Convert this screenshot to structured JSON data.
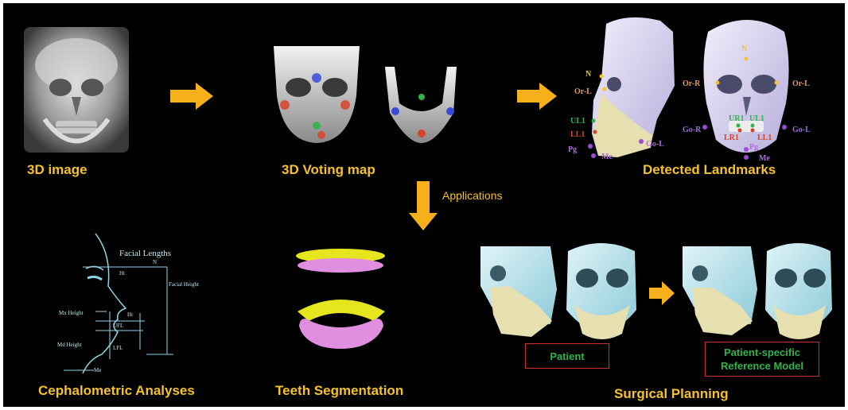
{
  "colors": {
    "background": "#000000",
    "caption": "#f6c229",
    "arrow": "#f6b01c",
    "box_border": "#c8312a",
    "box_text": "#2fb34a",
    "skull": "#d9d3ef",
    "mandible": "#e6dfb0",
    "teeth_upper": "#e6e61e",
    "teeth_lower": "#e08fe0"
  },
  "captions": {
    "image_3d": "3D image",
    "voting_map": "3D Voting map",
    "detected_landmarks": "Detected Landmarks",
    "applications": "Applications",
    "cephalometric": "Cephalometric Analyses",
    "teeth_segmentation": "Teeth Segmentation",
    "surgical_planning": "Surgical Planning"
  },
  "landmarks_lateral": [
    "N",
    "Or-L",
    "UL1",
    "LL1",
    "Pg",
    "Me",
    "Go-L"
  ],
  "landmarks_frontal": [
    "N",
    "Or-R",
    "Or-L",
    "Go-R",
    "Go-L",
    "UR1",
    "UL1",
    "LR1",
    "LL1",
    "Pg",
    "Me"
  ],
  "ceph": {
    "title": "Facial Lengths",
    "labels": [
      "Facial Height",
      "Ht",
      "Hr",
      "Mx Height",
      "Md Height",
      "UFL",
      "LFL",
      "N",
      "Me"
    ]
  },
  "surgical": {
    "patient_label": "Patient",
    "reference_label_line1": "Patient-specific",
    "reference_label_line2": "Reference Model"
  },
  "icons": [
    "arrow-right-icon",
    "arrow-down-icon"
  ]
}
